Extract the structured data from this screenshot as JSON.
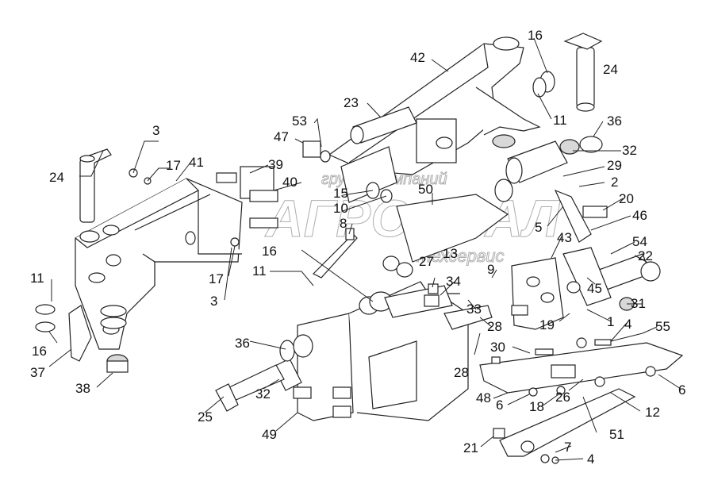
{
  "watermark": {
    "line1": "группа компаний",
    "line2": "АГРОСВАЛ",
    "line3": "техсервис"
  },
  "callouts": [
    "1",
    "2",
    "3",
    "3",
    "4",
    "4",
    "5",
    "6",
    "6",
    "7",
    "8",
    "9",
    "10",
    "11",
    "11",
    "11",
    "12",
    "13",
    "15",
    "16",
    "16",
    "16",
    "17",
    "17",
    "18",
    "19",
    "20",
    "21",
    "22",
    "23",
    "24",
    "24",
    "25",
    "26",
    "27",
    "28",
    "28",
    "29",
    "30",
    "31",
    "32",
    "32",
    "33",
    "34",
    "36",
    "36",
    "37",
    "38",
    "39",
    "40",
    "41",
    "42",
    "43",
    "45",
    "46",
    "47",
    "48",
    "49",
    "50",
    "51",
    "53",
    "54",
    "55"
  ],
  "labels": {
    "c1": "1",
    "c2": "2",
    "c3a": "3",
    "c3b": "3",
    "c4a": "4",
    "c4b": "4",
    "c5": "5",
    "c6a": "6",
    "c6b": "6",
    "c7": "7",
    "c8": "8",
    "c9": "9",
    "c10": "10",
    "c11a": "11",
    "c11b": "11",
    "c11c": "11",
    "c12": "12",
    "c13": "13",
    "c15": "15",
    "c16a": "16",
    "c16b": "16",
    "c16c": "16",
    "c17a": "17",
    "c17b": "17",
    "c18": "18",
    "c19": "19",
    "c20": "20",
    "c21": "21",
    "c22": "22",
    "c23": "23",
    "c24a": "24",
    "c24b": "24",
    "c25": "25",
    "c26": "26",
    "c27": "27",
    "c28a": "28",
    "c28b": "28",
    "c29": "29",
    "c30": "30",
    "c31": "31",
    "c32a": "32",
    "c32b": "32",
    "c33": "33",
    "c34": "34",
    "c36a": "36",
    "c36b": "36",
    "c37": "37",
    "c38": "38",
    "c39": "39",
    "c40": "40",
    "c41": "41",
    "c42": "42",
    "c43": "43",
    "c45": "45",
    "c46": "46",
    "c47": "47",
    "c48": "48",
    "c49": "49",
    "c50": "50",
    "c51": "51",
    "c53": "53",
    "c54": "54",
    "c55": "55"
  }
}
